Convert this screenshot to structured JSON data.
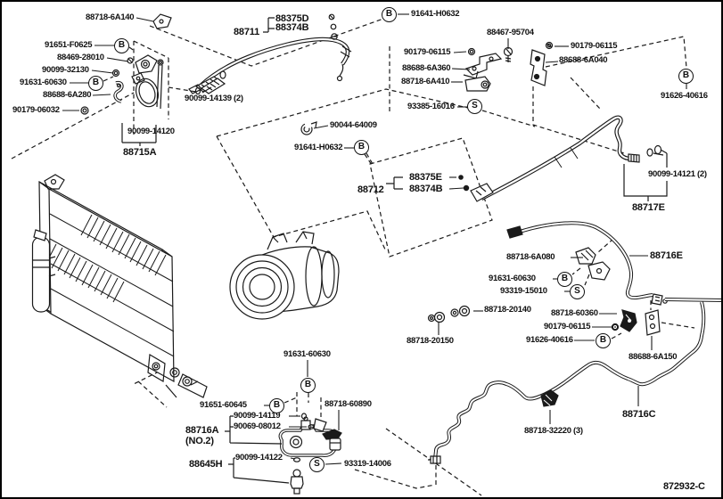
{
  "diagram": {
    "drawing_number": "872932-C",
    "symbol_b": "B",
    "symbol_s": "S",
    "colors": {
      "ink": "#111111",
      "background": "#ffffff"
    },
    "callouts": [
      {
        "part": "88718-6A140"
      },
      {
        "part": "88375D"
      },
      {
        "part": "88374B"
      },
      {
        "part": "88711"
      },
      {
        "part": "91641-H0632"
      },
      {
        "part": "91651-F0625"
      },
      {
        "part": "88469-28010"
      },
      {
        "part": "90099-32130"
      },
      {
        "part": "91631-60630"
      },
      {
        "part": "88688-6A280"
      },
      {
        "part": "90179-06032"
      },
      {
        "part": "90099-14120"
      },
      {
        "part": "88715A"
      },
      {
        "part": "90099-14139 (2)"
      },
      {
        "part": "90044-64009"
      },
      {
        "part": "91641-H0632"
      },
      {
        "part": "90179-06115"
      },
      {
        "part": "88467-95704"
      },
      {
        "part": "90179-06115"
      },
      {
        "part": "88688-6A360"
      },
      {
        "part": "88688-6A040"
      },
      {
        "part": "88718-6A410"
      },
      {
        "part": "93385-16016"
      },
      {
        "part": "91626-40616"
      },
      {
        "part": "88375E"
      },
      {
        "part": "88374B"
      },
      {
        "part": "88712"
      },
      {
        "part": "90099-14121 (2)"
      },
      {
        "part": "88717E"
      },
      {
        "part": "88716E"
      },
      {
        "part": "88718-6A080"
      },
      {
        "part": "91631-60630"
      },
      {
        "part": "93319-15010"
      },
      {
        "part": "88718-20140"
      },
      {
        "part": "88718-20150"
      },
      {
        "part": "88718-60360"
      },
      {
        "part": "90179-06115"
      },
      {
        "part": "91626-40616"
      },
      {
        "part": "88688-6A150"
      },
      {
        "part": "88716C"
      },
      {
        "part": "88718-32220 (3)"
      },
      {
        "part": "91631-60630"
      },
      {
        "part": "91651-60645"
      },
      {
        "part": "90099-14119"
      },
      {
        "part": "90069-08012"
      },
      {
        "part": "88716A"
      },
      {
        "part": "(NO.2)"
      },
      {
        "part": "90099-14122"
      },
      {
        "part": "88645H"
      },
      {
        "part": "93319-14006"
      },
      {
        "part": "88718-60890"
      }
    ]
  }
}
